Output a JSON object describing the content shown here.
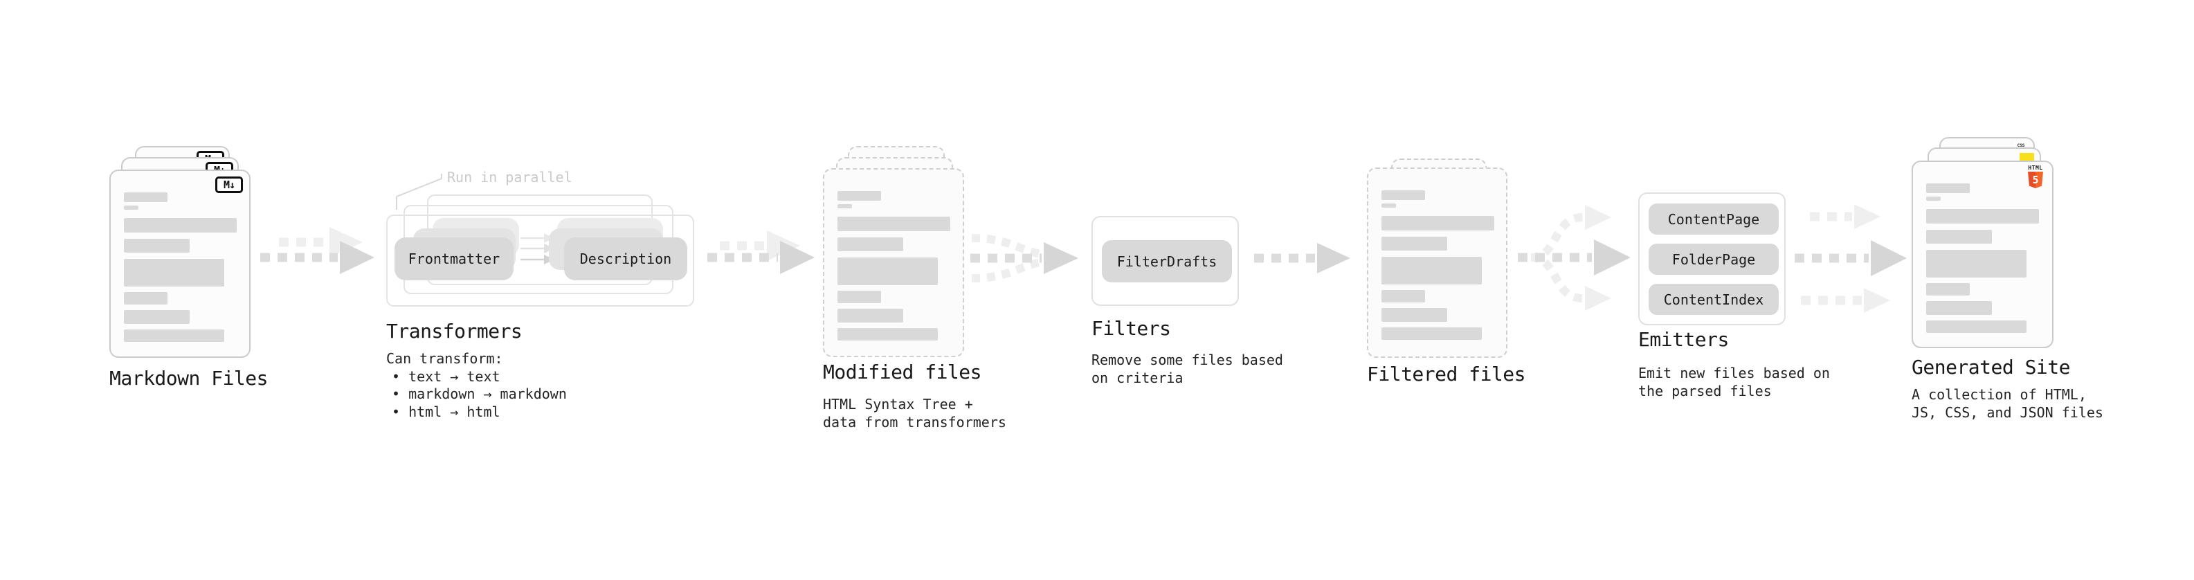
{
  "diagram": {
    "stages": {
      "markdown": {
        "title": "Markdown Files",
        "file_badge": "M↓"
      },
      "transformers": {
        "note": "Run in parallel",
        "pill_left": "Frontmatter",
        "pill_right": "Description",
        "title": "Transformers",
        "desc_heading": "Can transform:",
        "bullets": [
          "• text → text",
          "• markdown → markdown",
          "• html → html"
        ]
      },
      "modified": {
        "title": "Modified files",
        "subtitle": "HTML Syntax Tree +\ndata from transformers"
      },
      "filters": {
        "title": "Filters",
        "pill": "FilterDrafts",
        "subtitle": "Remove some files based\non criteria"
      },
      "filtered": {
        "title": "Filtered files"
      },
      "emitters": {
        "title": "Emitters",
        "pills": [
          "ContentPage",
          "FolderPage",
          "ContentIndex"
        ],
        "subtitle": "Emit new files based on\nthe parsed files"
      },
      "generated": {
        "title": "Generated Site",
        "subtitle": "A collection of HTML,\nJS, CSS, and JSON files",
        "badges": {
          "html_label": "HTML",
          "html_number": "5",
          "css": "CSS"
        }
      }
    },
    "colors": {
      "accent_html5": "#e44d26",
      "accent_js": "#f7df1e",
      "accent_css": "#2d62e9",
      "arrow_dark": "#d6d6d6",
      "arrow_light": "#efefef",
      "pill_bg": "#d9d9d9",
      "note_text": "#c9c9c9",
      "text": "#1c1c1c"
    }
  }
}
